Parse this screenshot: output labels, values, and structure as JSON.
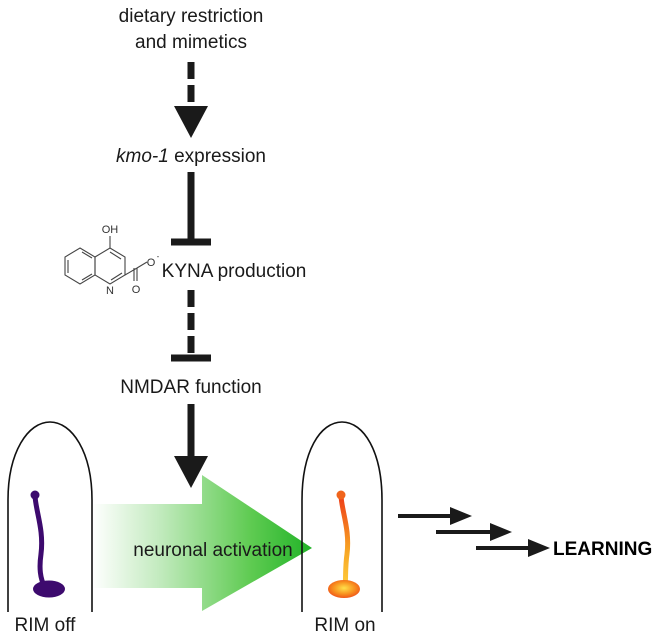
{
  "nodes": {
    "dietary_line1": "dietary restriction",
    "dietary_line2": "and mimetics",
    "kmo_gene": "kmo-1",
    "kmo_rest": " expression",
    "kyna": "KYNA production",
    "nmdar": "NMDAR function",
    "activation": "neuronal activation",
    "rim_off": "RIM off",
    "rim_on": "RIM on",
    "learning": "LEARNING"
  },
  "molecule": {
    "oh": "OH",
    "n": "N",
    "o_carbonyl": "O",
    "o_anion": "O",
    "charge": "-"
  },
  "colors": {
    "arrow": "#1a1a1a",
    "green_arrow_tip": "#22b328",
    "rim_off_neuron": "#3d0a6e",
    "rim_on_soma_center": "#ffd23c",
    "rim_on_soma_edge": "#f04a16"
  }
}
